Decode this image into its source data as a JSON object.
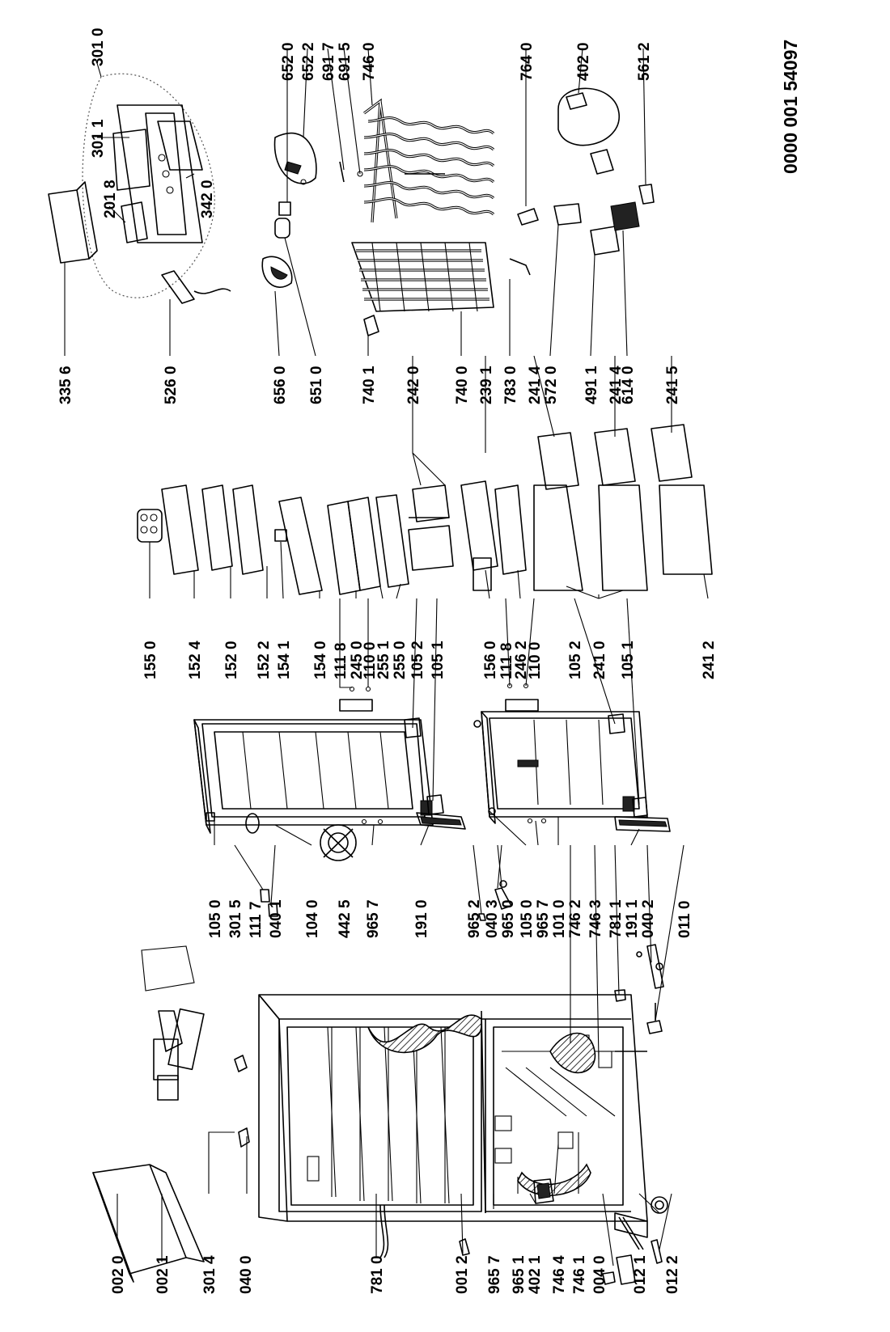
{
  "document_id": "0000 001 54097",
  "part_labels": {
    "p0020": "002 0",
    "p0021": "002 1",
    "p3014": "301 4",
    "p0400": "040 0",
    "p7810": "781 0",
    "p0012": "001 2",
    "p9657a": "965 7",
    "p9651": "965 1",
    "p4021": "402 1",
    "p7464": "746 4",
    "p7461": "746 1",
    "p0040": "004 0",
    "p0121": "012 1",
    "p0122": "012 2",
    "p1050a": "105 0",
    "p3015": "301 5",
    "p1117": "111 7",
    "p0401": "040 1",
    "p1040": "104 0",
    "p4425": "442 5",
    "p9657b": "965 7",
    "p1910": "191 0",
    "p9652": "965 2",
    "p0403": "040 3",
    "p9650": "965 0",
    "p1050b": "105 0",
    "p9657c": "965 7",
    "p1010": "101 0",
    "p7462": "746 2",
    "p7463": "746 3",
    "p7811": "781 1",
    "p1911": "191 1",
    "p0402": "040 2",
    "p0110": "011 0",
    "p1550": "155 0",
    "p1524": "152 4",
    "p1520": "152 0",
    "p1522": "152 2",
    "p1541": "154 1",
    "p1540": "154 0",
    "p1118a": "111 8",
    "p2450": "245 0",
    "p1100a": "110 0",
    "p2551": "255 1",
    "p2550": "255 0",
    "p1052a": "105 2",
    "p1051a": "105 1",
    "p1560": "156 0",
    "p1118b": "111 8",
    "p2462": "246 2",
    "p1100b": "110 0",
    "p1052b": "105 2",
    "p2410": "241 0",
    "p1051b": "105 1",
    "p2412": "241 2",
    "p3356": "335 6",
    "p5260": "526 0",
    "p6560": "656 0",
    "p6510": "651 0",
    "p7401": "740 1",
    "p2420": "242 0",
    "p7400": "740 0",
    "p2391": "239 1",
    "p7830": "783 0",
    "p2414a": "241 4",
    "p5720": "572 0",
    "p4911": "491 1",
    "p2414b": "241 4",
    "p6140": "614 0",
    "p2415": "241 5",
    "p3010": "301 0",
    "p3011": "301 1",
    "p2018": "201 8",
    "p3420": "342 0",
    "p6520": "652 0",
    "p6522": "652 2",
    "p6917": "691 7",
    "p6915": "691 5",
    "p7460": "746 0",
    "p7640": "764 0",
    "p4020": "402 0",
    "p5612": "561 2"
  }
}
